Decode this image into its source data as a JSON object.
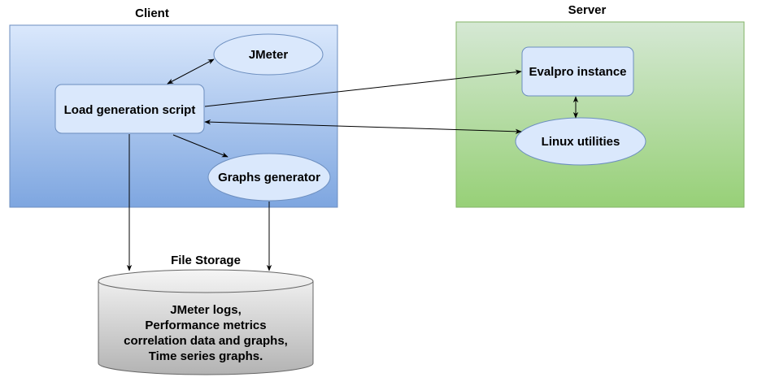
{
  "client": {
    "title": "Client"
  },
  "server": {
    "title": "Server"
  },
  "nodes": {
    "jmeter": "JMeter",
    "load_script": "Load generation script",
    "graphs_generator": "Graphs generator",
    "evalpro": "Evalpro instance",
    "linux_utilities": "Linux utilities"
  },
  "storage": {
    "title": "File Storage",
    "lines": [
      "JMeter logs,",
      "Performance metrics",
      "correlation data and graphs,",
      "Time series graphs."
    ]
  },
  "colors": {
    "client_top": "#dae8fc",
    "client_bottom": "#7ea6e0",
    "client_stroke": "#6c8ebf",
    "server_top": "#d5e8d4",
    "server_bottom": "#97d077",
    "server_stroke": "#82b366",
    "node_fill": "#dae8fc",
    "storage_top": "#f5f5f5",
    "storage_bottom": "#b3b3b3",
    "storage_stroke": "#666666"
  }
}
